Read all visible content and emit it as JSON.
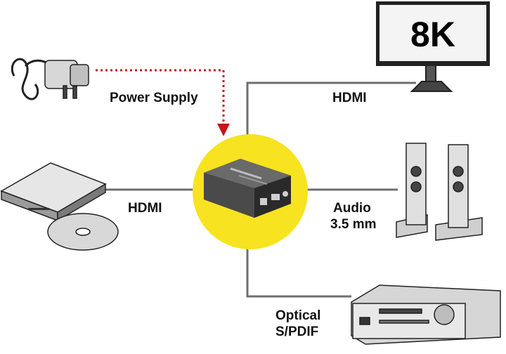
{
  "monitor": {
    "text": "8K"
  },
  "labels": {
    "power_supply": "Power Supply",
    "hdmi_out": "HDMI",
    "hdmi_in": "HDMI",
    "audio_line1": "Audio",
    "audio_line2": "3.5 mm",
    "optical_line1": "Optical",
    "optical_line2": "S/PDIF"
  },
  "colors": {
    "hub": "#f7e31f",
    "line": "#6e6e6e",
    "power_line": "#c4161c"
  }
}
